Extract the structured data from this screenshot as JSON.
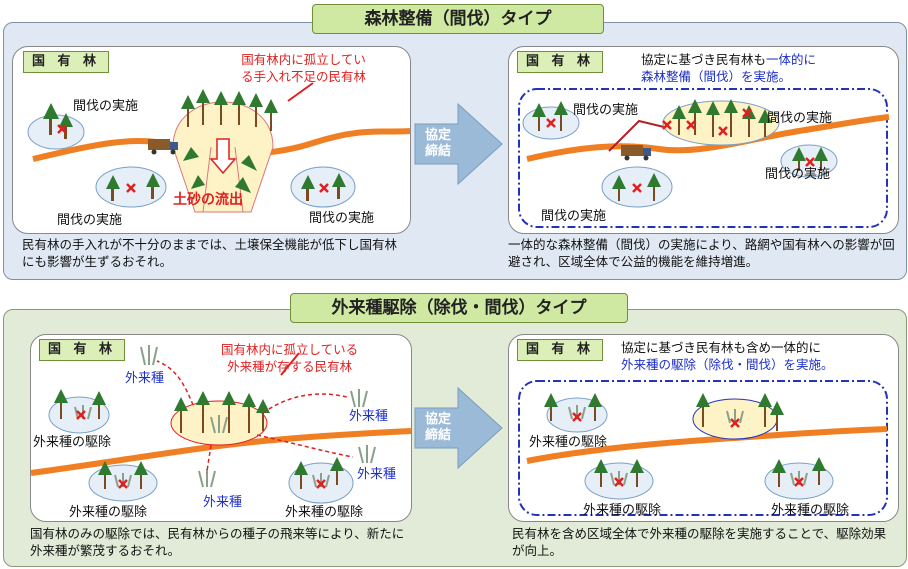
{
  "section1": {
    "title": "森林整備（間伐）タイプ",
    "left_panel": {
      "tag": "国 有 林",
      "callout": "国有林内に孤立してい\nる手入れ不足の民有林",
      "labels": [
        "間伐の実施",
        "間伐の実施",
        "間伐の実施"
      ],
      "erosion": "土砂の流出",
      "description": "民有林の手入れが不十分のままでは、土壌保全機能が低下し国有林にも影響が生ずるおそれ。"
    },
    "arrow": "協定\n締結",
    "right_panel": {
      "tag": "国 有 林",
      "note_black": "協定に基づき民有林も",
      "note_blue1": "一体的に",
      "note_blue2": "森林整備（間伐）を実施。",
      "labels": [
        "間伐の実施",
        "間伐の実施",
        "間伐の実施",
        "間伐の実施"
      ],
      "description": "一体的な森林整備（間伐）の実施により、路網や国有林への影響が回避され、区域全体で公益的機能を維持増進。"
    }
  },
  "section2": {
    "title": "外来種駆除（除伐・間伐）タイプ",
    "left_panel": {
      "tag": "国 有 林",
      "callout": "国有林内に孤立している\n外来種が存する民有林",
      "species": [
        "外来種",
        "外来種",
        "外来種",
        "外来種"
      ],
      "labels": [
        "外来種の駆除",
        "外来種の駆除",
        "外来種の駆除"
      ],
      "description": "国有林のみの駆除では、民有林からの種子の飛来等により、新たに外来種が繁茂するおそれ。"
    },
    "arrow": "協定\n締結",
    "right_panel": {
      "tag": "国 有 林",
      "note_black": "協定に基づき民有林も含め一体的に",
      "note_blue": "外来種の駆除（除伐・間伐）を実施。",
      "labels": [
        "外来種の駆除",
        "外来種の駆除",
        "外来種の駆除"
      ],
      "description": "民有林を含め区域全体で外来種の駆除を実施することで、駆除効果が向上。"
    }
  }
}
